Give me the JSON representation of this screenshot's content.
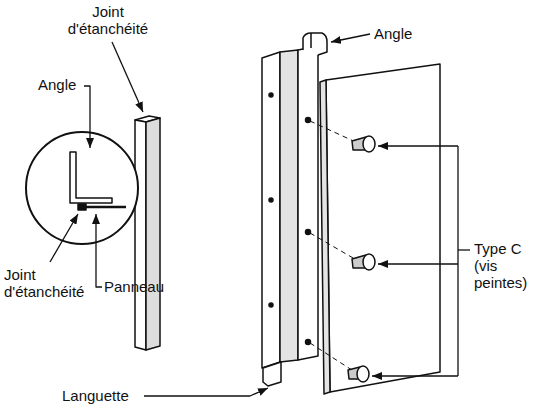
{
  "diagram": {
    "labels": [
      "Joint d'étanchéité",
      "Angle",
      "Angle",
      "Type C (vis peintes)",
      "Joint d'étanchéité",
      "Panneau",
      "Languette"
    ]
  }
}
